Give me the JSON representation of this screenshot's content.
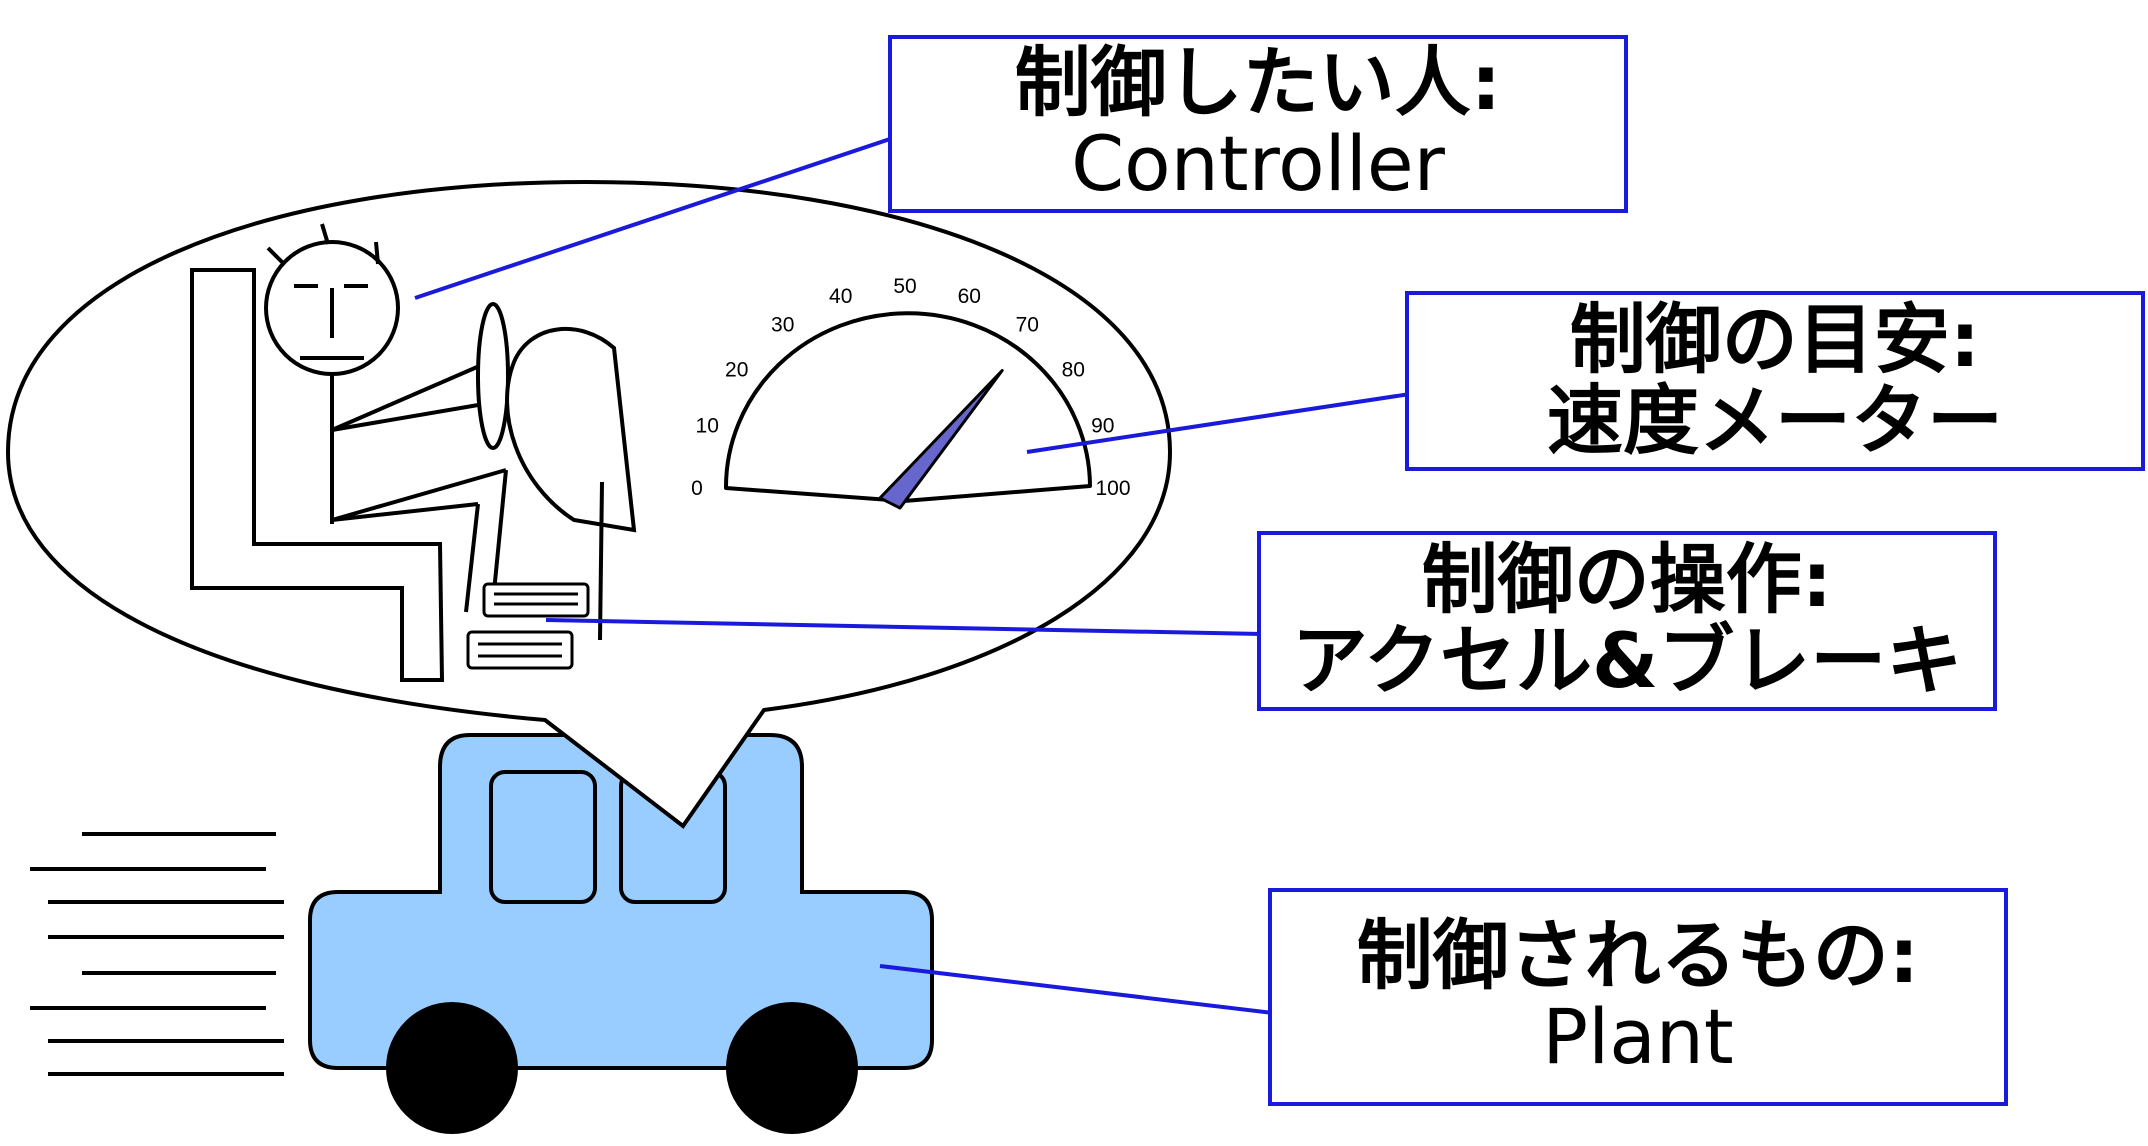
{
  "labels": {
    "controller": {
      "line1": "制御したい人:",
      "line2": "Controller"
    },
    "target": {
      "line1": "制御の目安:",
      "line2": "速度メーター"
    },
    "operation": {
      "line1": "制御の操作:",
      "line2": "アクセル&ブレーキ"
    },
    "plant": {
      "line1": "制御されるもの:",
      "line2": "Plant"
    }
  },
  "speedometer": {
    "ticks": [
      "0",
      "10",
      "20",
      "30",
      "40",
      "50",
      "60",
      "70",
      "80",
      "90",
      "100"
    ],
    "min": 0,
    "max": 100,
    "reading": 72
  },
  "colors": {
    "leader_line": "#1a1adc",
    "car_body": "#99ccff",
    "needle": "#6666cc",
    "wheel": "#000000"
  },
  "icons": {
    "person": "stick-figure-driver",
    "vehicle": "car",
    "gauge": "speedometer"
  }
}
